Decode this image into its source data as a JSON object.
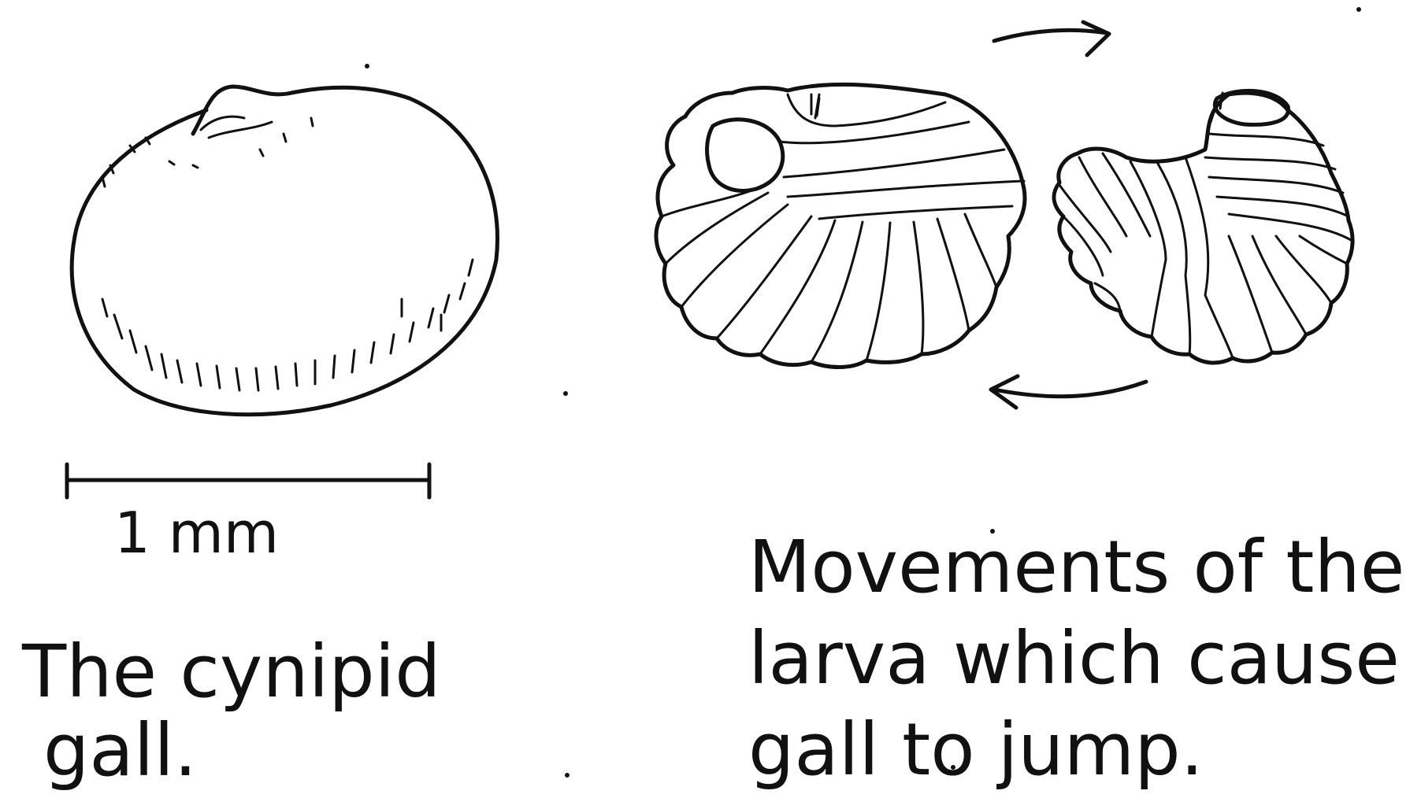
{
  "scale_bar": {
    "label": "1 mm"
  },
  "gall_caption": {
    "line1": "The cynipid",
    "line2": "gall."
  },
  "larva_caption": {
    "line1": "Movements of the",
    "line2": "larva which cause",
    "line3": "gall to jump."
  },
  "colors": {
    "ink": "#111111",
    "paper": "#ffffff"
  }
}
